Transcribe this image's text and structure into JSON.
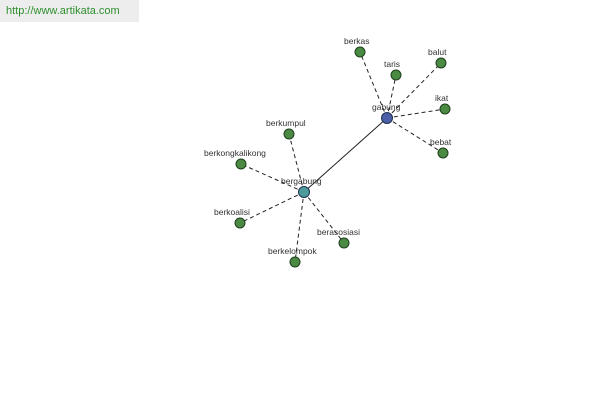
{
  "source": {
    "url_text": "http://www.artikata.com"
  },
  "colors": {
    "leaf_node": "#4a8a42",
    "hub_gabung": "#4a5fa8",
    "hub_bergabung": "#4f9a9a",
    "edge": "#222222",
    "link_text": "#2f8f2f"
  },
  "graph": {
    "hubs": {
      "gabung": {
        "label": "gabung",
        "neighbors": [
          "berkas",
          "taris",
          "balut",
          "ikat",
          "bebat"
        ]
      },
      "bergabung": {
        "label": "bergabung",
        "neighbors": [
          "berkumpul",
          "berkongkalikong",
          "berkoalisi",
          "berkelompok",
          "berasosiasi"
        ]
      }
    },
    "hub_link": [
      "gabung",
      "bergabung"
    ]
  }
}
